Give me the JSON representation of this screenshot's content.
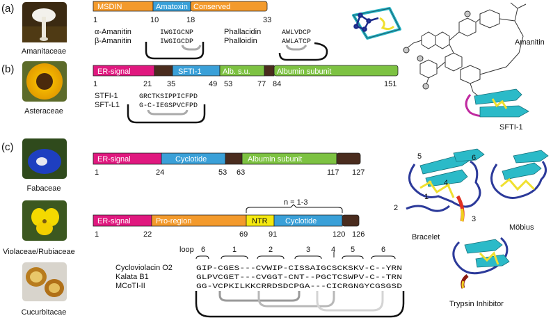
{
  "panels": {
    "a": {
      "label": "(a)",
      "family": "Amanitaceae",
      "segments": [
        {
          "label": "MSDIN",
          "color": "#f39a2c"
        },
        {
          "label": "Amatoxin",
          "color": "#3aa0d8"
        },
        {
          "label": "Conserved",
          "color": "#f39a2c"
        }
      ],
      "numbers": [
        "1",
        "10",
        "18",
        "33"
      ],
      "peptides": [
        {
          "name": "α-Amanitin",
          "seq": "IWGIGCNP"
        },
        {
          "name": "β-Amanitin",
          "seq": "IWGIGCDP"
        },
        {
          "name": "Phallacidin",
          "seq": "AWLVDCP"
        },
        {
          "name": "Phalloidin",
          "seq": "AWLATCP"
        }
      ],
      "structure_label": "Amanitin"
    },
    "b": {
      "label": "(b)",
      "family": "Asteraceae",
      "segments": [
        {
          "label": "ER-signal",
          "color": "#e0187f"
        },
        {
          "label": "",
          "color": "#4a2c1e"
        },
        {
          "label": "SFTI-1",
          "color": "#3aa0d8"
        },
        {
          "label": "Alb. s.u.",
          "color": "#7dc242"
        },
        {
          "label": "",
          "color": "#4a2c1e"
        },
        {
          "label": "Albumin subunit",
          "color": "#7dc242"
        }
      ],
      "numbers": [
        "1",
        "21",
        "35",
        "49",
        "53",
        "77",
        "84",
        "151"
      ],
      "peptides": [
        {
          "name": "STFI-1",
          "seq": "GRCTKSIPPICFPD"
        },
        {
          "name": "SFT-L1",
          "seq": "G-C-IEGSPVCFPD"
        }
      ],
      "structure_label": "SFTI-1"
    },
    "c": {
      "label": "(c)",
      "families": [
        "Fabaceae",
        "Violaceae/Rubiaceae",
        "Cucurbitacae"
      ],
      "precursor1": {
        "segments": [
          {
            "label": "ER-signal",
            "color": "#e0187f"
          },
          {
            "label": "Cyclotide",
            "color": "#3aa0d8"
          },
          {
            "label": "",
            "color": "#4a2c1e"
          },
          {
            "label": "Albumin subunit",
            "color": "#7dc242"
          },
          {
            "label": "",
            "color": "#4a2c1e"
          }
        ],
        "numbers": [
          "1",
          "24",
          "53",
          "63",
          "117",
          "127"
        ]
      },
      "precursor2": {
        "repeat_label": "n = 1-3",
        "segments": [
          {
            "label": "ER-signal",
            "color": "#e0187f"
          },
          {
            "label": "Pro-region",
            "color": "#f39a2c"
          },
          {
            "label": "NTR",
            "color": "#f5e90f"
          },
          {
            "label": "Cyclotide",
            "color": "#3aa0d8"
          },
          {
            "label": "",
            "color": "#4a2c1e"
          }
        ],
        "numbers": [
          "1",
          "22",
          "69",
          "91",
          "120",
          "126"
        ]
      },
      "loop_label": "loop",
      "loops": [
        "6",
        "1",
        "2",
        "3",
        "4",
        "5",
        "6"
      ],
      "alignment": [
        {
          "name": "Cycloviolacin O2",
          "seq": "GIP-CGES---CVWIP-CISSAIGCSCKSKV-C--YRN"
        },
        {
          "name": "Kalata B1",
          "seq": "GLPVCGET---CVGGT-CNT--PGCTCSWPV-C--TRN"
        },
        {
          "name": "MCoTI-II",
          "seq": "GG-VCPKILKKCRRDSDCPGA---CICRGNGYCGSGSD"
        }
      ],
      "structure_labels": [
        "Bracelet",
        "Möbius",
        "Trypsin Inhibitor"
      ],
      "structure_numbers": [
        "5",
        "6",
        "4",
        "1",
        "2",
        "3"
      ]
    }
  }
}
